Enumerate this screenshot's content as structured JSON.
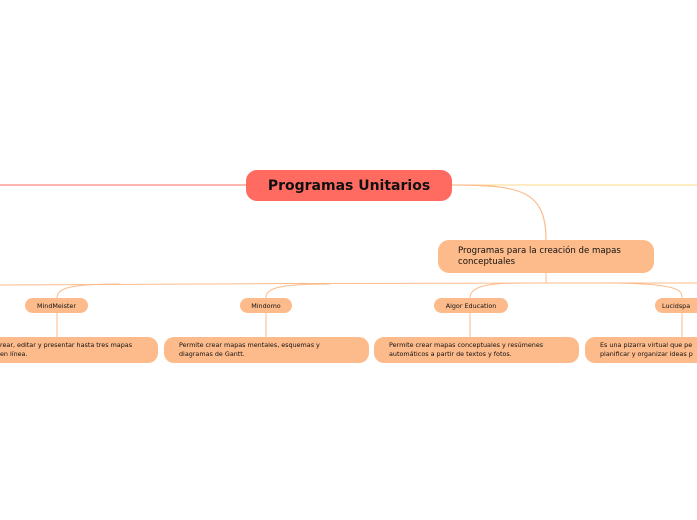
{
  "central": {
    "label": "Programas Unitarios"
  },
  "main_topic": {
    "label": "Programas para la creación de mapas conceptuales"
  },
  "programs": [
    {
      "name": "MindMeister",
      "description_lines": [
        "rear, editar y presentar hasta tres mapas",
        "en línea."
      ]
    },
    {
      "name": "Mindomo",
      "description_lines": [
        "Permite crear mapas mentales, esquemas y",
        "diagramas de Gantt."
      ]
    },
    {
      "name": "Algor Education",
      "description_lines": [
        "Permite crear mapas conceptuales y resúmenes",
        "automáticos a partir de textos y fotos."
      ]
    },
    {
      "name": "Lucidspa",
      "description_lines": [
        "Es una pizarra virtual que pe",
        "planificar y organizar ideas p"
      ]
    }
  ],
  "colors": {
    "central_fill": "#ff6b61",
    "node_fill": "#fdbb8b",
    "line_central": "#ff6b61",
    "line_branch": "#fdbb8b",
    "line_right": "#fdd98a"
  }
}
